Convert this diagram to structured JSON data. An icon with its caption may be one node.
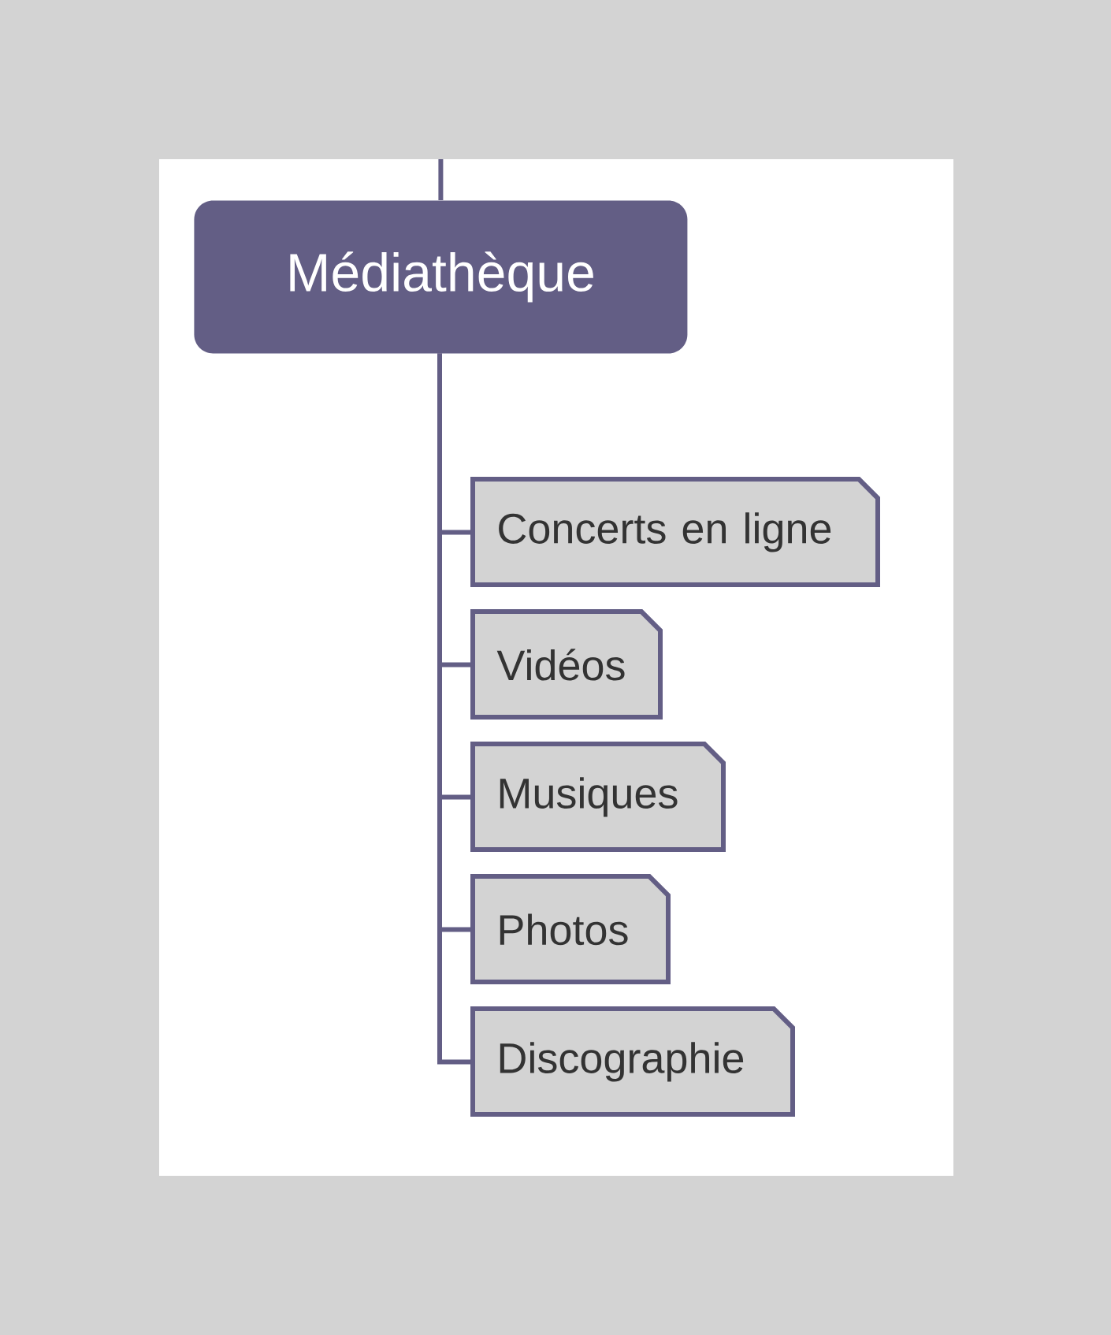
{
  "diagram": {
    "nodes": [
      {
        "text": [
          "Médiathèque"
        ]
      },
      {
        "text": [
          "Concerts en ligne"
        ]
      },
      {
        "text": [
          "Vidéos"
        ]
      },
      {
        "text": [
          "Musiques"
        ]
      },
      {
        "text": [
          "Photos"
        ]
      },
      {
        "text": [
          "Discographie"
        ]
      }
    ],
    "edges": [
      {
        "from": null,
        "to": 0,
        "arrow": "none"
      },
      {
        "from": 0,
        "to": 1,
        "arrow": "none"
      },
      {
        "from": 0,
        "to": 2,
        "arrow": "none"
      },
      {
        "from": 0,
        "to": 3,
        "arrow": "none"
      },
      {
        "from": 0,
        "to": 4,
        "arrow": "none"
      },
      {
        "from": 0,
        "to": 5,
        "arrow": "none"
      }
    ]
  }
}
